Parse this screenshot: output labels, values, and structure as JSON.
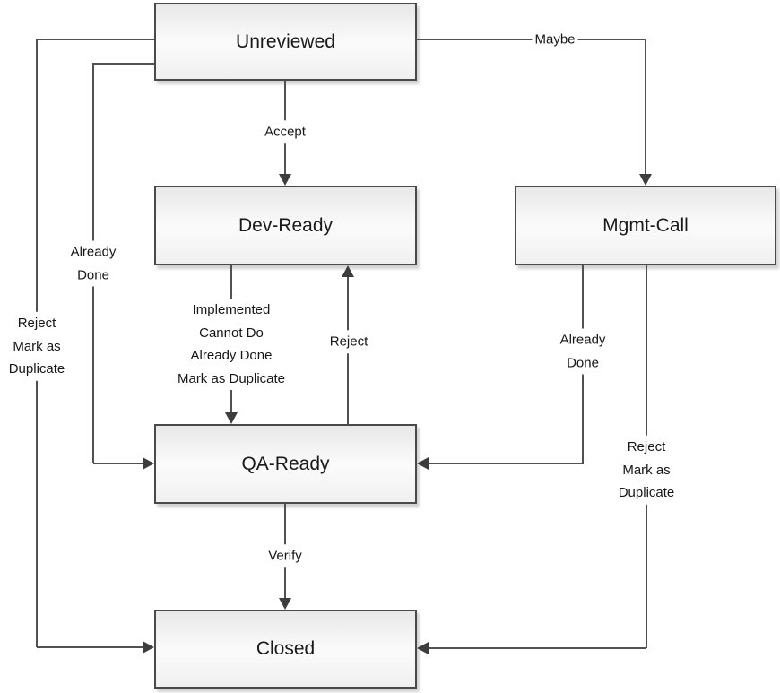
{
  "diagram": {
    "nodes": {
      "unreviewed": {
        "label": "Unreviewed"
      },
      "dev_ready": {
        "label": "Dev-Ready"
      },
      "mgmt_call": {
        "label": "Mgmt-Call"
      },
      "qa_ready": {
        "label": "QA-Ready"
      },
      "closed": {
        "label": "Closed"
      }
    },
    "edges": {
      "accept": {
        "from": "unreviewed",
        "to": "dev_ready",
        "label": "Accept"
      },
      "maybe": {
        "from": "unreviewed",
        "to": "mgmt_call",
        "label": "Maybe"
      },
      "already_done_left": {
        "from": "unreviewed",
        "to": "qa_ready",
        "lines": [
          "Already",
          "Done"
        ]
      },
      "reject_duplicate_left": {
        "from": "unreviewed",
        "to": "closed",
        "lines": [
          "Reject",
          "Mark as",
          "Duplicate"
        ]
      },
      "implemented": {
        "from": "dev_ready",
        "to": "qa_ready",
        "lines": [
          "Implemented",
          "Cannot Do",
          "Already Done",
          "Mark as Duplicate"
        ]
      },
      "reject_up": {
        "from": "qa_ready",
        "to": "dev_ready",
        "label": "Reject"
      },
      "already_done_right": {
        "from": "mgmt_call",
        "to": "qa_ready",
        "lines": [
          "Already",
          "Done"
        ]
      },
      "reject_duplicate_right": {
        "from": "mgmt_call",
        "to": "closed",
        "lines": [
          "Reject",
          "Mark as",
          "Duplicate"
        ]
      },
      "verify": {
        "from": "qa_ready",
        "to": "closed",
        "label": "Verify"
      }
    },
    "colors": {
      "line": "#515151",
      "arrowhead": "#3d3d3d",
      "node_border": "#4a4a4a",
      "node_fill_top": "#e8e8e8",
      "node_fill_bottom": "#f0f0f0",
      "text": "#1a1a1a",
      "background": "#ffffff"
    }
  }
}
